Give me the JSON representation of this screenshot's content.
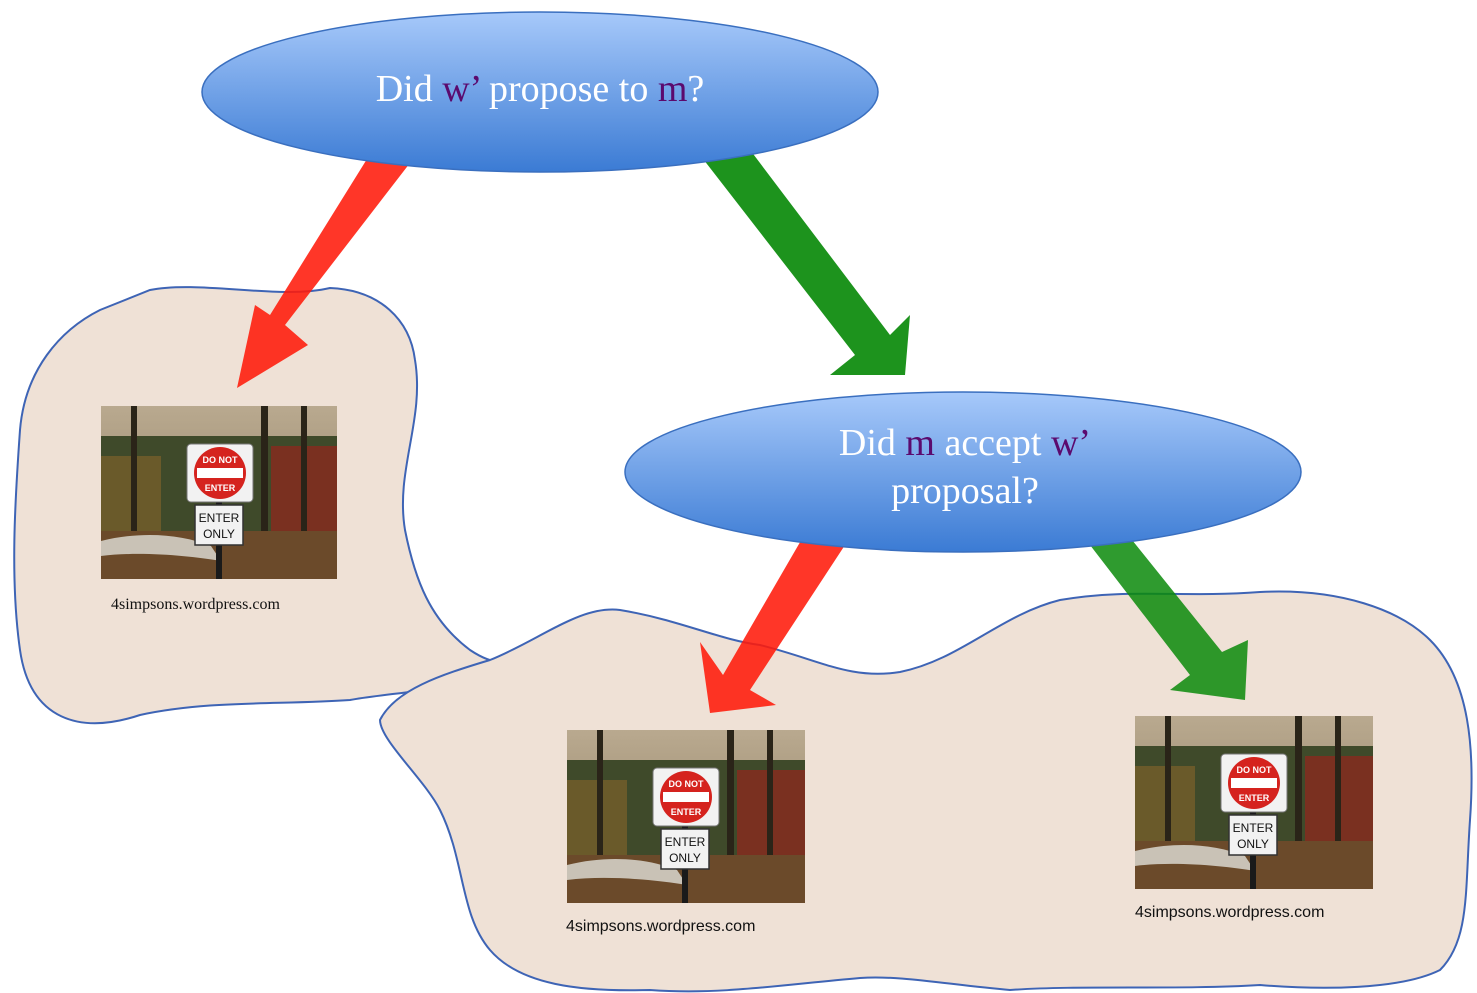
{
  "question1": {
    "pre": "Did ",
    "var1": "w’",
    "mid": " propose to ",
    "var2": "m",
    "post": "?"
  },
  "question2": {
    "line1_pre": "Did ",
    "line1_var1": "m",
    "line1_mid": " accept ",
    "line1_var2": "w’",
    "line2": "proposal?"
  },
  "signs": {
    "top_text": "DO NOT",
    "bar_text": "ENTER",
    "lower_line1": "ENTER",
    "lower_line2": "ONLY"
  },
  "captions": {
    "left": "4simpsons.wordpress.com",
    "middle": "4simpsons.wordpress.com",
    "right": "4simpsons.wordpress.com"
  },
  "colors": {
    "oval_top": "#9ec3f7",
    "oval_bottom": "#3d7fd6",
    "no_arrow": "#ff1a0a",
    "yes_arrow": "#0a8a0a",
    "region_fill": "#efe1d6",
    "region_stroke": "#3e64b5",
    "variable_text": "#5b0a6e"
  }
}
